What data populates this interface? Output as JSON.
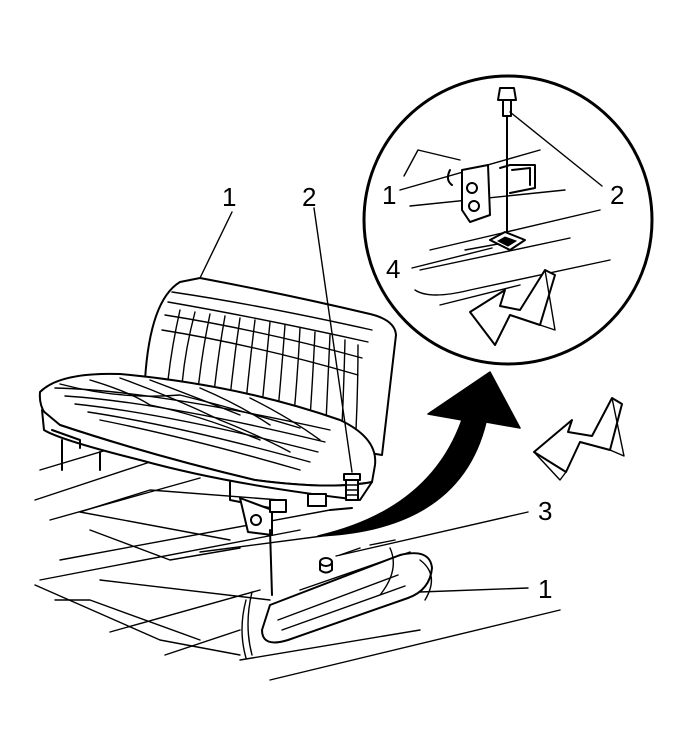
{
  "diagram": {
    "callouts": [
      {
        "id": "seat",
        "text": "1"
      },
      {
        "id": "bolt",
        "text": "2"
      },
      {
        "id": "floor-stud",
        "text": "3"
      },
      {
        "id": "retainer",
        "text": "4"
      },
      {
        "id": "floor-track",
        "text": "1"
      },
      {
        "id": "inset-seat",
        "text": "1"
      },
      {
        "id": "inset-bolt",
        "text": "2"
      }
    ],
    "colors": {
      "ink": "#000000",
      "paper": "#ffffff"
    },
    "icons": [
      "forward-direction-arrow-icon",
      "detail-view-arrow-icon"
    ]
  }
}
